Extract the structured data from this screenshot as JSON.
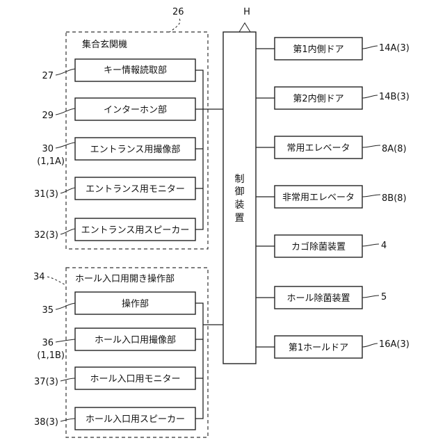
{
  "group_entrance": {
    "title": "集合玄関機",
    "ref": "26"
  },
  "group_hall": {
    "title": "ホール入口用開き操作部",
    "ref": "34"
  },
  "controller": {
    "letter": "H",
    "c1": "制",
    "c2": "御",
    "c3": "装",
    "c4": "置"
  },
  "entrance_items": [
    {
      "label": "キー情報読取部",
      "ref": "27"
    },
    {
      "label": "インターホン部",
      "ref": "29"
    },
    {
      "label": "エントランス用撮像部",
      "ref": "30",
      "ref2": "(1,1A)"
    },
    {
      "label": "エントランス用モニター",
      "ref": "31(3)"
    },
    {
      "label": "エントランス用スピーカー",
      "ref": "32(3)"
    }
  ],
  "hall_items": [
    {
      "label": "操作部",
      "ref": "35"
    },
    {
      "label": "ホール入口用撮像部",
      "ref": "36",
      "ref2": "(1,1B)"
    },
    {
      "label": "ホール入口用モニター",
      "ref": "37(3)"
    },
    {
      "label": "ホール入口用スピーカー",
      "ref": "38(3)"
    }
  ],
  "outputs": [
    {
      "label": "第1内側ドア",
      "ref": "14A(3)"
    },
    {
      "label": "第2内側ドア",
      "ref": "14B(3)"
    },
    {
      "label": "常用エレベータ",
      "ref": "8A(8)"
    },
    {
      "label": "非常用エレベータ",
      "ref": "8B(8)"
    },
    {
      "label": "カゴ除菌装置",
      "ref": "4"
    },
    {
      "label": "ホール除菌装置",
      "ref": "5"
    },
    {
      "label": "第1ホールドア",
      "ref": "16A(3)"
    }
  ]
}
